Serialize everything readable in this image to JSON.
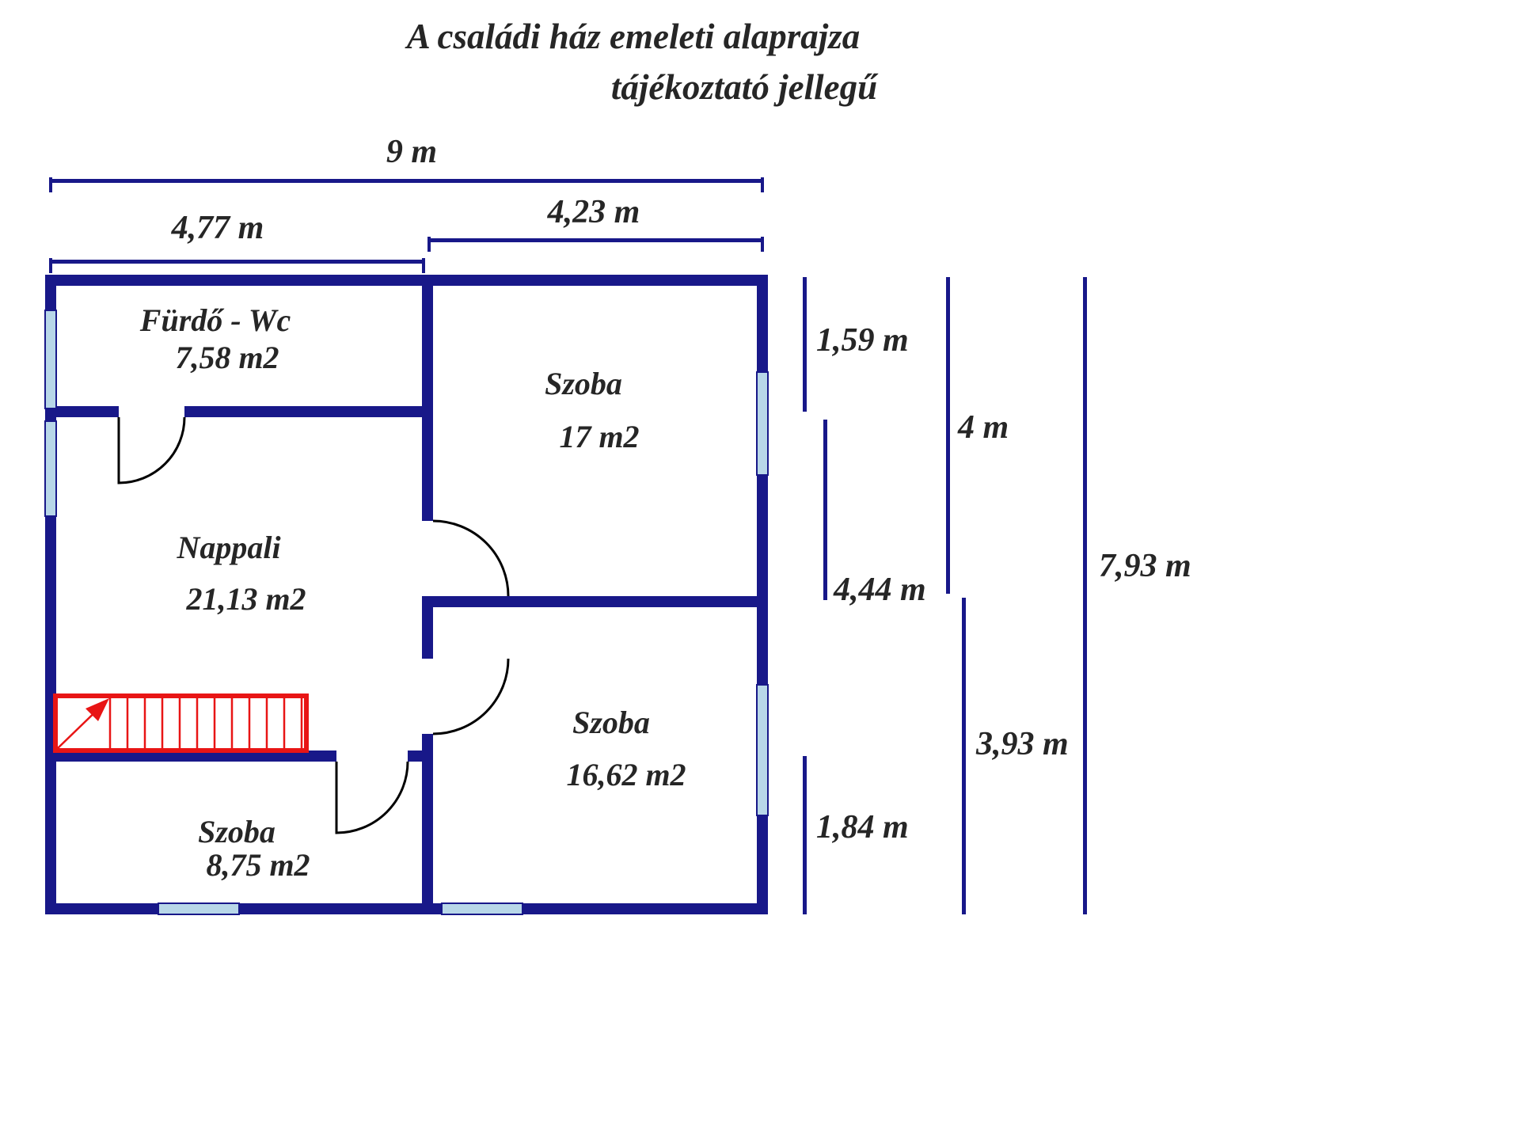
{
  "title": {
    "line1": "A családi ház emeleti alaprajza",
    "line2": "tájékoztató jellegű"
  },
  "colors": {
    "wall": "#181889",
    "window": "#b8d7e8",
    "stairs": "#e81515",
    "door": "#000000",
    "text": "#262626"
  },
  "rooms": [
    {
      "name": "Fürdő - Wc",
      "area": "7,58 m2"
    },
    {
      "name": "Szoba",
      "area": "17 m2"
    },
    {
      "name": "Nappali",
      "area": "21,13 m2"
    },
    {
      "name": "Szoba",
      "area": "16,62 m2"
    },
    {
      "name": "Szoba",
      "area": "8,75 m2"
    }
  ],
  "dimensions": {
    "top_total": "9 m",
    "top_left": "4,77 m",
    "top_right": "4,23 m",
    "right_upper_inner": "1,59 m",
    "right_upper_mid": "4 m",
    "right_total": "7,93 m",
    "right_middle_inner": "4,44 m",
    "right_lower_mid": "3,93 m",
    "right_lower_inner": "1,84 m"
  }
}
